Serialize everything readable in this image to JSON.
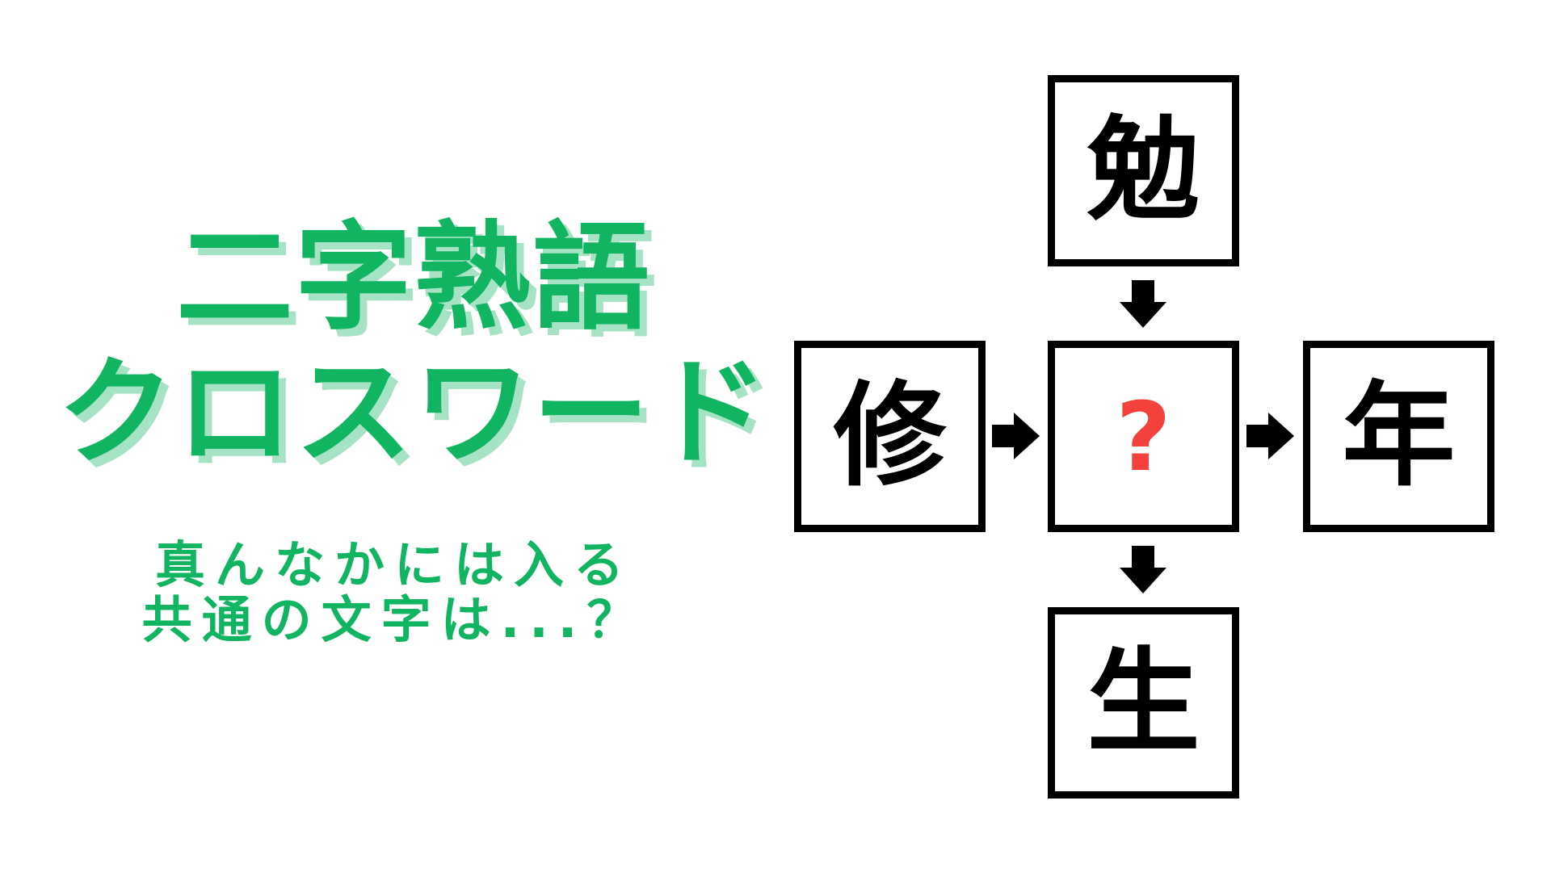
{
  "title": {
    "line1": "二字熟語",
    "line2": "クロスワード"
  },
  "subtitle": {
    "line1": "真んなかには入る",
    "line2": "共通の文字は...？"
  },
  "puzzle": {
    "top_char": "勉",
    "left_char": "修",
    "center_char": "?",
    "right_char": "年",
    "bottom_char": "生"
  },
  "icons": {
    "arrow_down": "⬇",
    "arrow_right": "➡"
  },
  "colors": {
    "background": "#ffffff",
    "title_green": "#10b461",
    "title_shadow": "#a6e3c5",
    "question_red": "#f4413c",
    "box_border": "#000000"
  }
}
